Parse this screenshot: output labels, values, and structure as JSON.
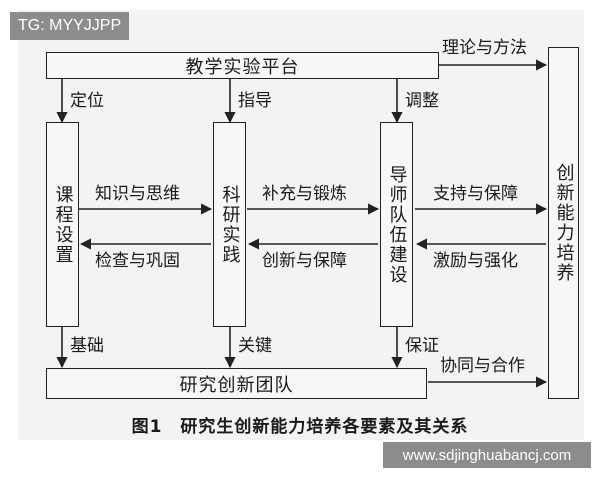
{
  "watermark_top": "TG: MYYJJPP",
  "watermark_bottom": "www.sdjinghuabancj.com",
  "caption": "图1　研究生创新能力培养各要素及其关系",
  "nodes": {
    "platform": "教学实验平台",
    "curriculum": "课程设置",
    "practice": "科研实践",
    "mentor": "导师队伍建设",
    "innovation": "创新能力培养",
    "team": "研究创新团队"
  },
  "edges": {
    "theory": "理论与方法",
    "position": "定位",
    "guide": "指导",
    "adjust": "调整",
    "knowledge": "知识与思维",
    "supplement": "补充与锻炼",
    "support": "支持与保障",
    "check": "检查与巩固",
    "innovate": "创新与保障",
    "motivate": "激励与强化",
    "foundation": "基础",
    "key": "关键",
    "guarantee": "保证",
    "cooperation": "协同与合作"
  }
}
